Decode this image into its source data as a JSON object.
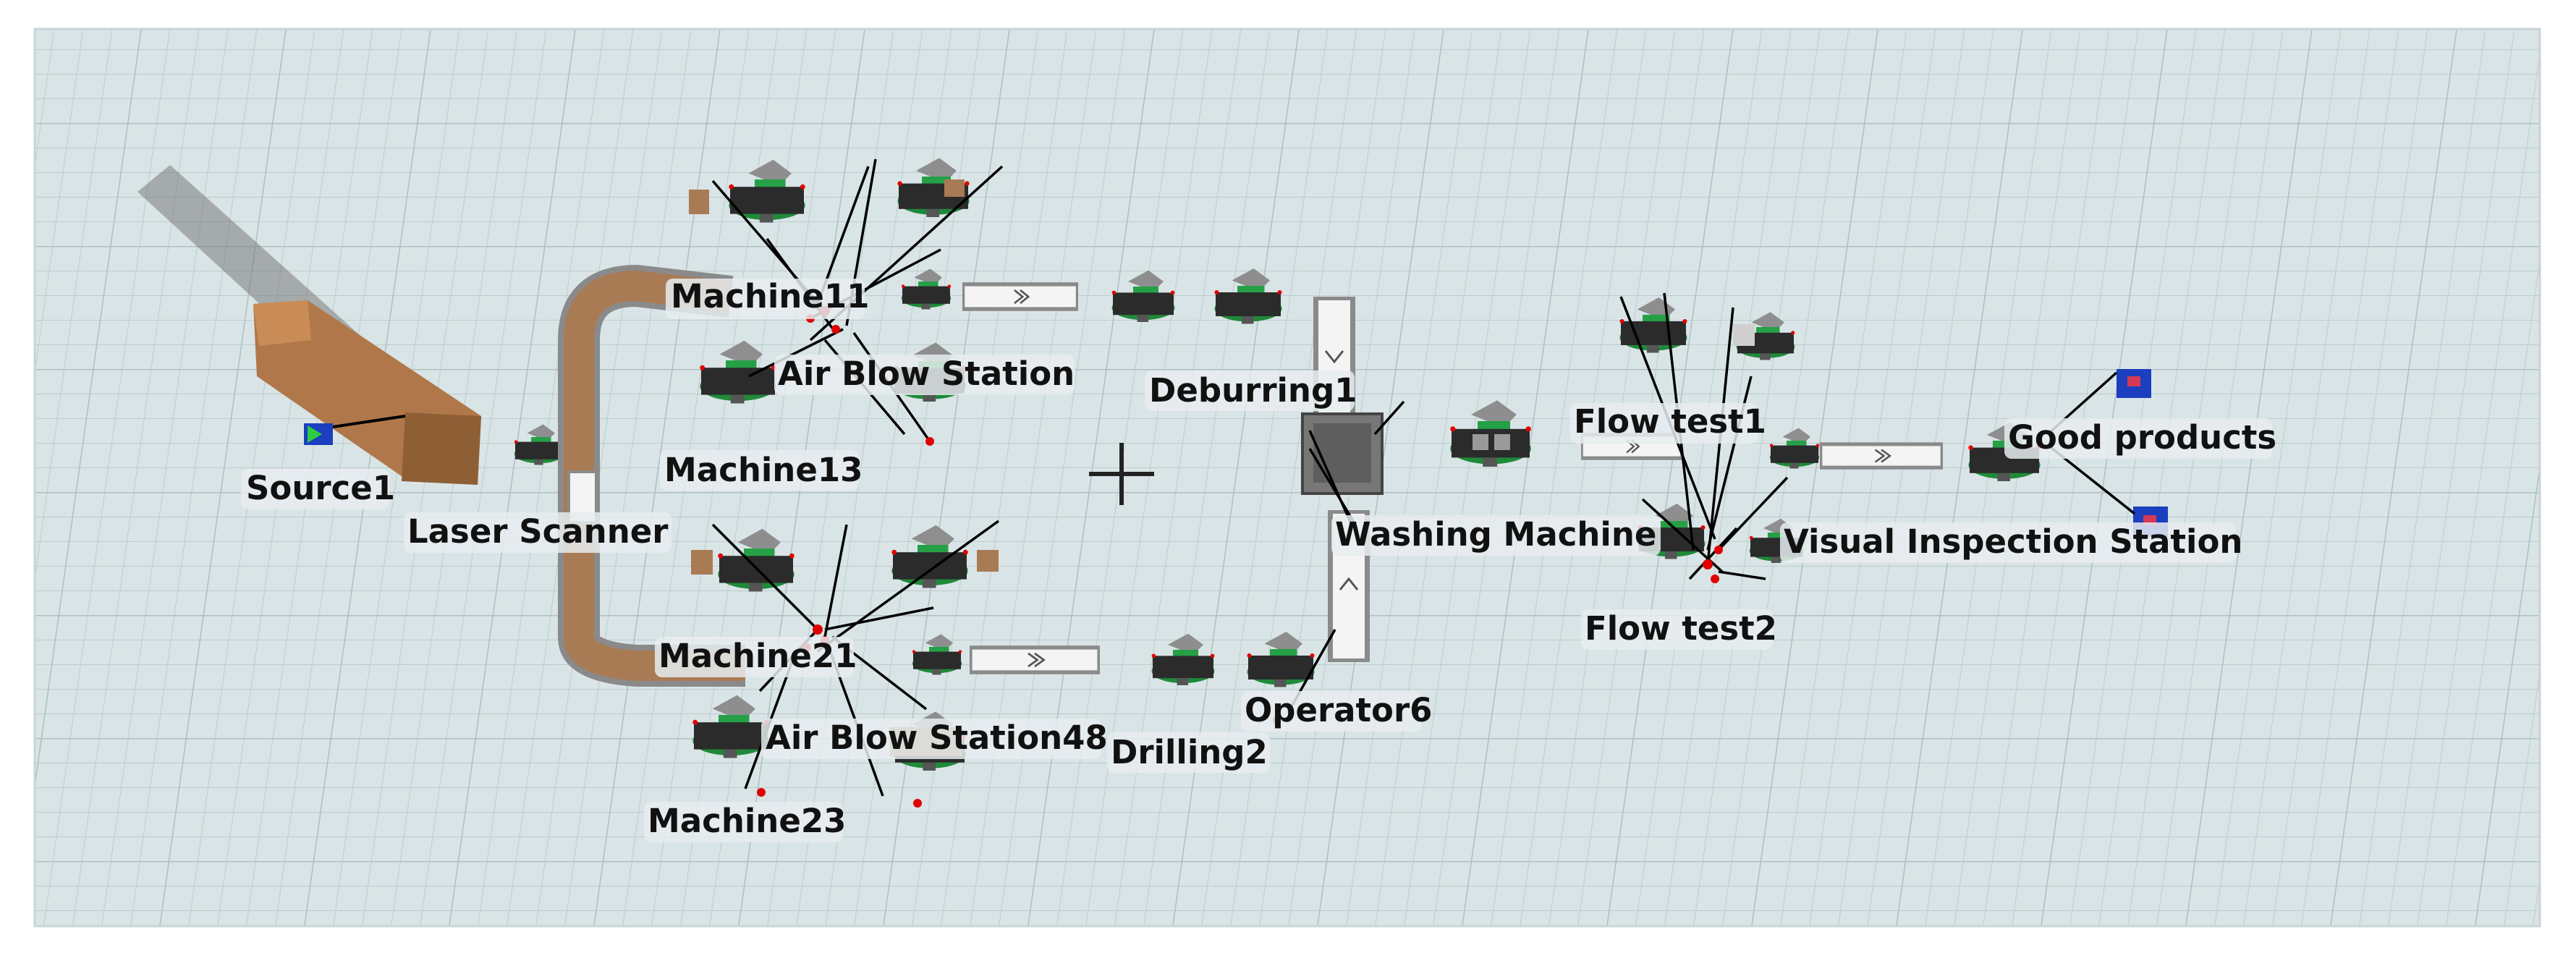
{
  "view": {
    "type": "3D simulation model view",
    "grid": true,
    "background": "#d9e4e6",
    "grid_color": "#b9c9cc",
    "crosshair": true
  },
  "colors": {
    "machine_base": "#1f8a3a",
    "machine_body": "#2b2b2b",
    "conveyor_belt": "#f2f2f2",
    "conveyor_rail": "#8a8a8a",
    "curved_conveyor": "#a87b55",
    "source_box": "#b0784a",
    "sink": "#1b3fbf",
    "connector": "#000000",
    "port": "#e00000"
  },
  "objects": [
    {
      "name": "source",
      "label": "Source1",
      "icon": "source-box-icon"
    },
    {
      "name": "laser-scanner",
      "label": "Laser Scanner",
      "icon": "scanner-machine-icon"
    },
    {
      "name": "machine11",
      "label": "Machine11",
      "icon": "machine-icon"
    },
    {
      "name": "air-blow-station",
      "label": "Air Blow Station",
      "icon": "machine-icon"
    },
    {
      "name": "machine13",
      "label": "Machine13",
      "icon": "machine-icon"
    },
    {
      "name": "deburring1",
      "label": "Deburring1",
      "icon": "machine-icon"
    },
    {
      "name": "machine21",
      "label": "Machine21",
      "icon": "machine-icon"
    },
    {
      "name": "air-blow-station48",
      "label": "Air Blow Station48",
      "icon": "machine-icon"
    },
    {
      "name": "machine23",
      "label": "Machine23",
      "icon": "machine-icon"
    },
    {
      "name": "drilling2",
      "label": "Drilling2",
      "icon": "machine-icon"
    },
    {
      "name": "operator6",
      "label": "Operator6",
      "icon": "operator-icon"
    },
    {
      "name": "washing-machine",
      "label": "Washing Machine",
      "icon": "washer-icon"
    },
    {
      "name": "flow-test1",
      "label": "Flow test1",
      "icon": "machine-icon"
    },
    {
      "name": "flow-test2",
      "label": "Flow test2",
      "icon": "machine-icon"
    },
    {
      "name": "visual-inspection-station",
      "label": "Visual Inspection Station",
      "icon": "machine-icon"
    },
    {
      "name": "good-products",
      "label": "Good products",
      "icon": "sink-icon"
    }
  ]
}
